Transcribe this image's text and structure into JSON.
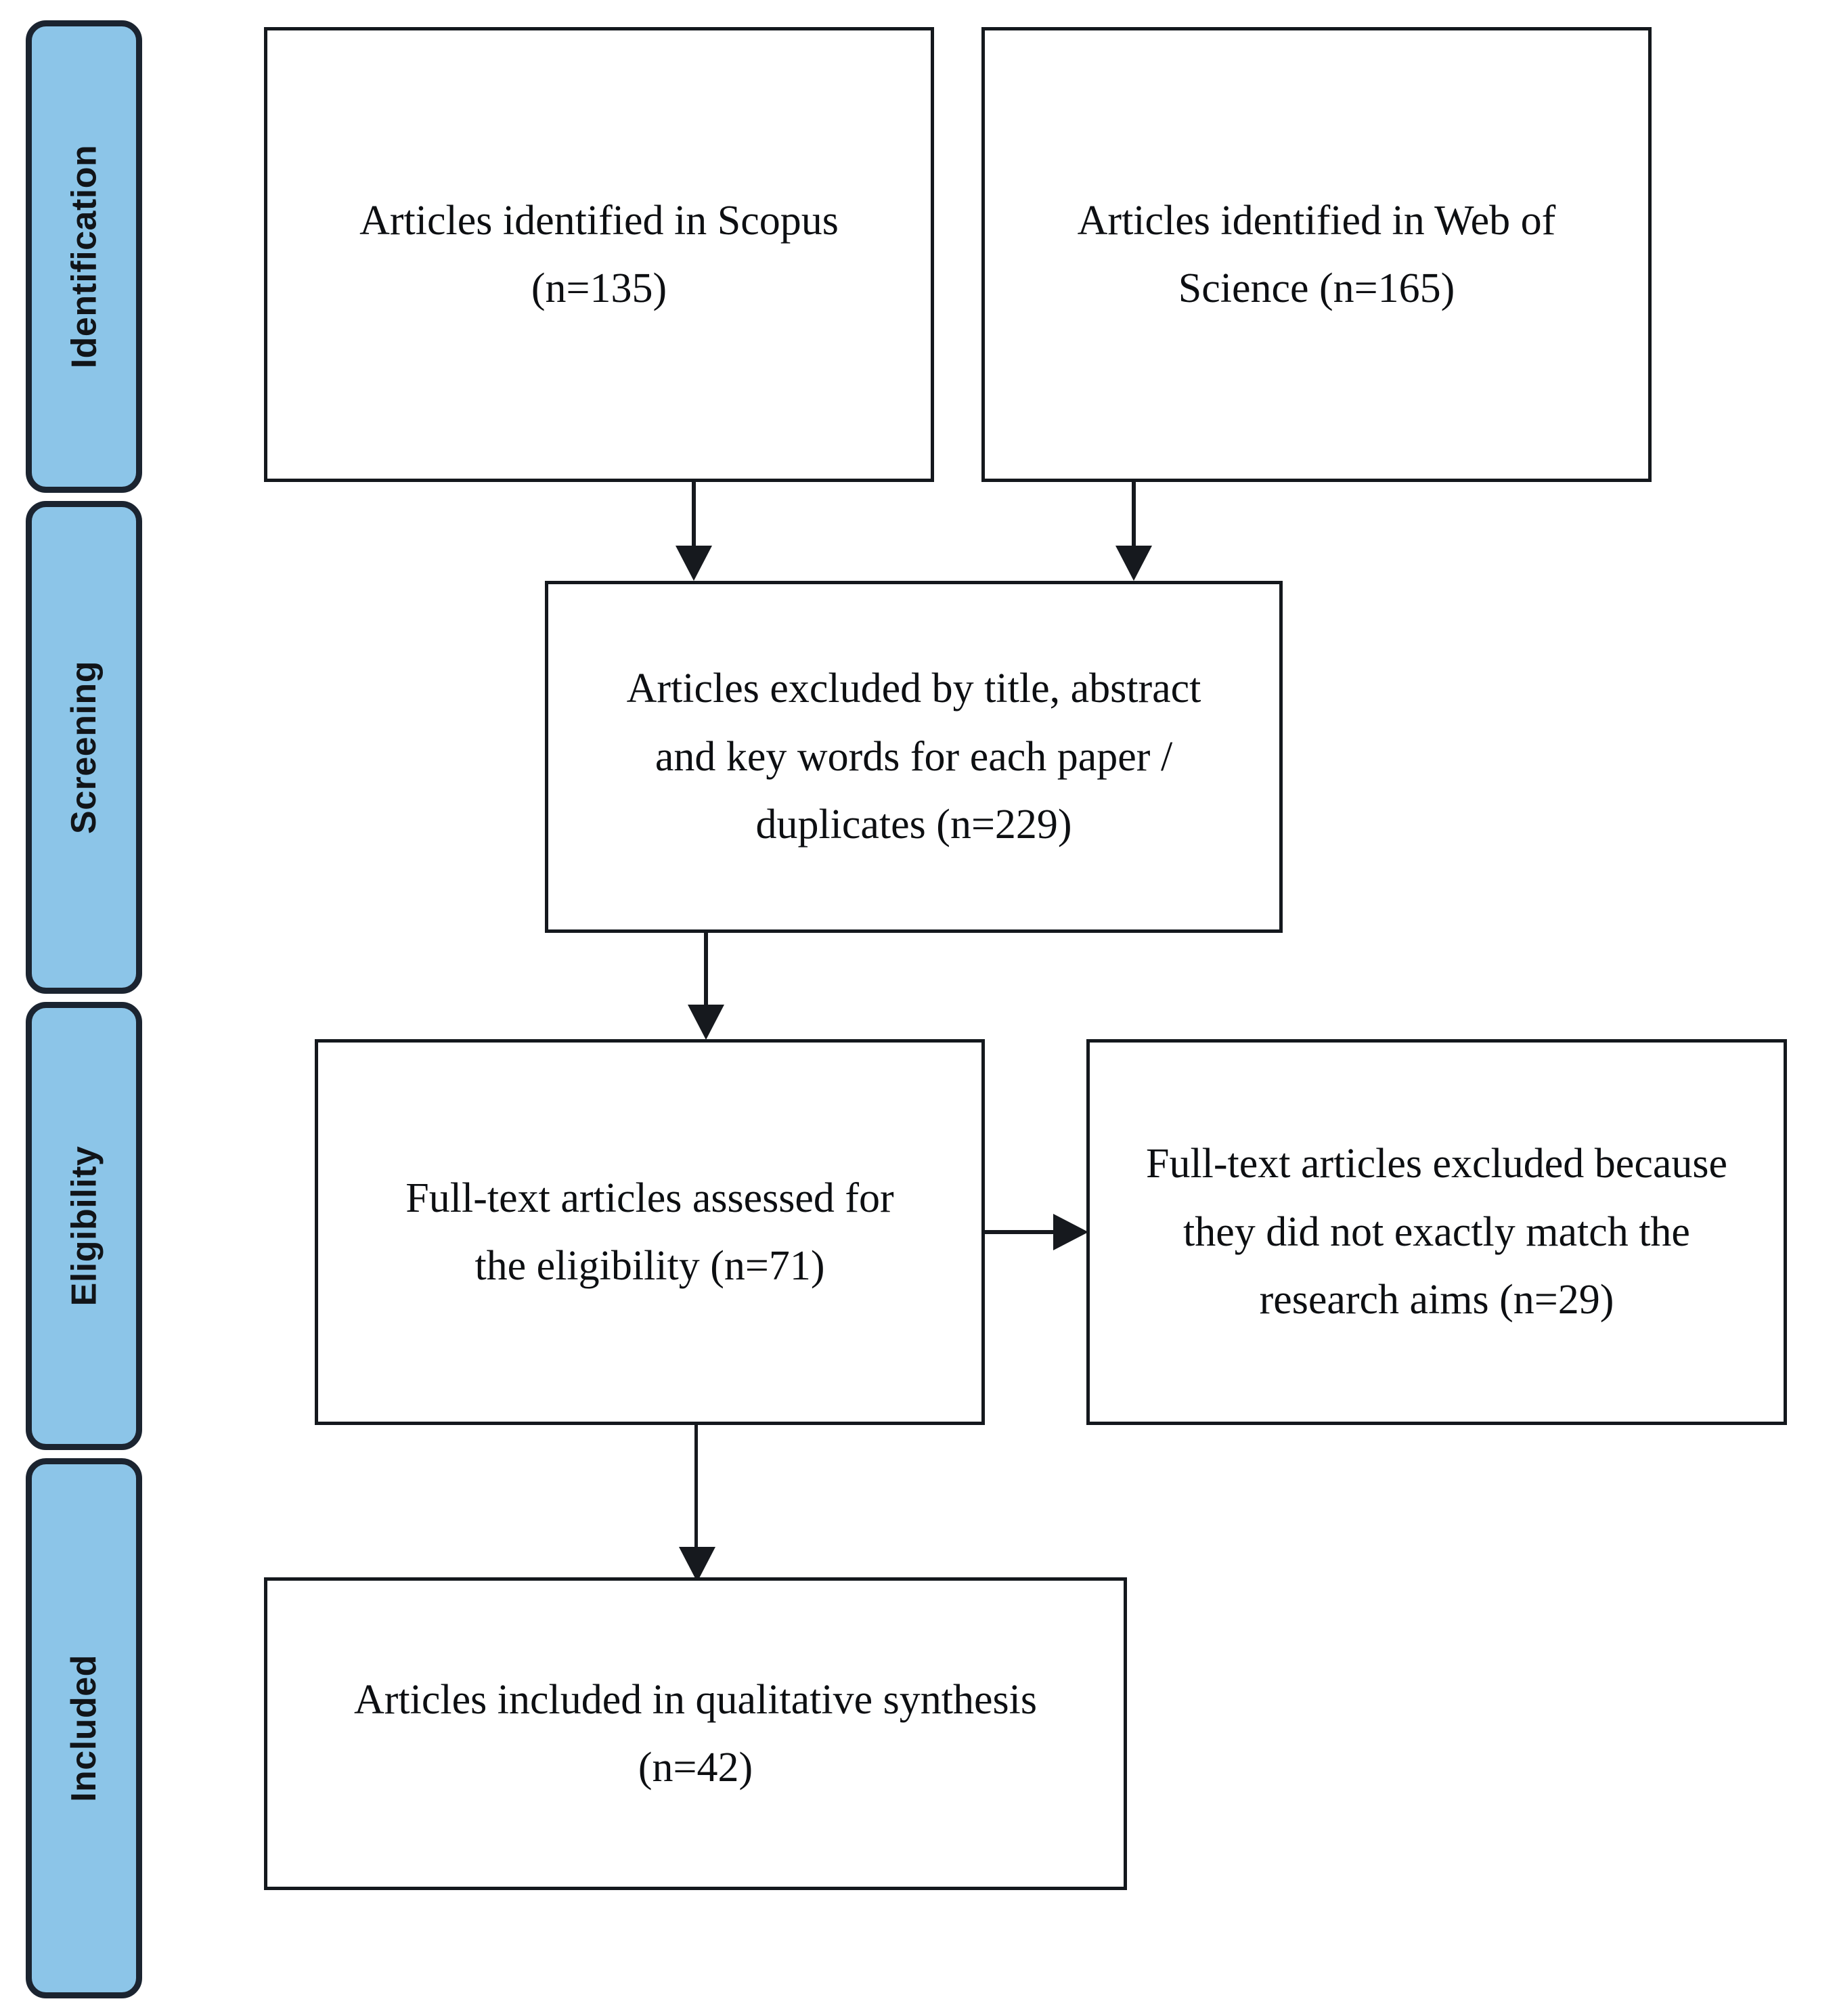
{
  "diagram": {
    "type": "prisma-flow-diagram",
    "stages": [
      {
        "id": "identification",
        "label": "Identification"
      },
      {
        "id": "screening",
        "label": "Screening"
      },
      {
        "id": "eligibility",
        "label": "Eligibility"
      },
      {
        "id": "included",
        "label": "Included"
      }
    ],
    "boxes": [
      {
        "id": "scopus",
        "stage": "identification",
        "text": "Articles identified in Scopus\n(n=135)",
        "count": 135,
        "source": "Scopus"
      },
      {
        "id": "web-of-science",
        "stage": "identification",
        "text": "Articles identified in Web of\nScience (n=165)",
        "count": 165,
        "source": "Web of Science"
      },
      {
        "id": "excluded-screening",
        "stage": "screening",
        "text": "Articles excluded by title, abstract\nand key words for each paper /\nduplicates (n=229)",
        "count": 229
      },
      {
        "id": "full-text-assessed",
        "stage": "eligibility",
        "text": "Full-text articles assessed for\nthe eligibility (n=71)",
        "count": 71
      },
      {
        "id": "full-text-excluded",
        "stage": "eligibility",
        "text": "Full-text articles excluded because\nthey did not exactly match the\nresearch aims (n=29)",
        "count": 29
      },
      {
        "id": "qualitative-synthesis",
        "stage": "included",
        "text": "Articles included in qualitative synthesis\n(n=42)",
        "count": 42
      }
    ],
    "connectors": [
      {
        "id": "scopus-to-screening",
        "from": "scopus",
        "to": "excluded-screening",
        "direction": "down"
      },
      {
        "id": "wos-to-screening",
        "from": "web-of-science",
        "to": "excluded-screening",
        "direction": "down"
      },
      {
        "id": "screening-to-eligibility",
        "from": "excluded-screening",
        "to": "full-text-assessed",
        "direction": "down"
      },
      {
        "id": "eligibility-to-excluded",
        "from": "full-text-assessed",
        "to": "full-text-excluded",
        "direction": "right"
      },
      {
        "id": "eligibility-to-included",
        "from": "full-text-assessed",
        "to": "qualitative-synthesis",
        "direction": "down"
      }
    ],
    "colors": {
      "stage_fill": "#8cc5e8",
      "stage_border": "#1b2430",
      "box_border": "#14181d",
      "box_fill": "#ffffff",
      "connector": "#16191e",
      "text": "#0d0f12"
    }
  }
}
